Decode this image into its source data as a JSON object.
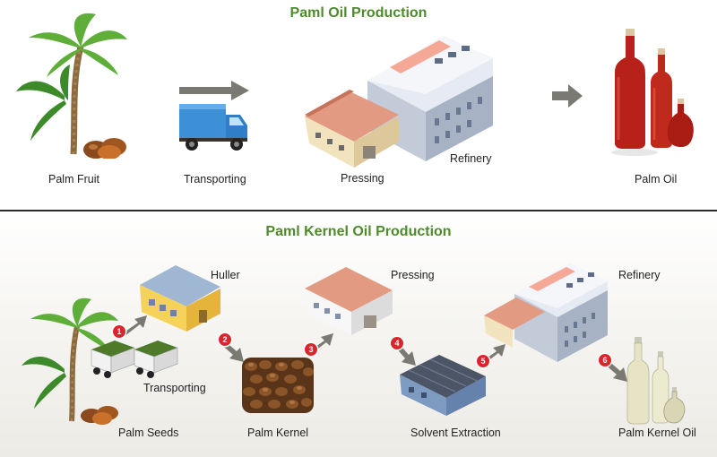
{
  "top": {
    "title": "Paml Oil Production",
    "labels": {
      "palm_fruit": "Palm Fruit",
      "transporting": "Transporting",
      "pressing": "Pressing",
      "refinery": "Refinery",
      "palm_oil": "Palm Oil"
    }
  },
  "bottom": {
    "title": "Paml Kernel Oil Production",
    "labels": {
      "huller": "Huller",
      "pressing": "Pressing",
      "refinery": "Refinery",
      "transporting": "Transporting",
      "palm_seeds": "Palm Seeds",
      "palm_kernel": "Palm Kernel",
      "solvent_extraction": "Solvent Extraction",
      "palm_kernel_oil": "Palm Kernel Oil"
    },
    "steps": [
      "1",
      "2",
      "3",
      "4",
      "5",
      "6"
    ]
  },
  "colors": {
    "title_green": "#4f8a2c",
    "step_red": "#d8262c",
    "arrow_gray": "#7a7a72",
    "oil_red": "#b8201a",
    "kernel_oil": "#e6e4c4"
  }
}
